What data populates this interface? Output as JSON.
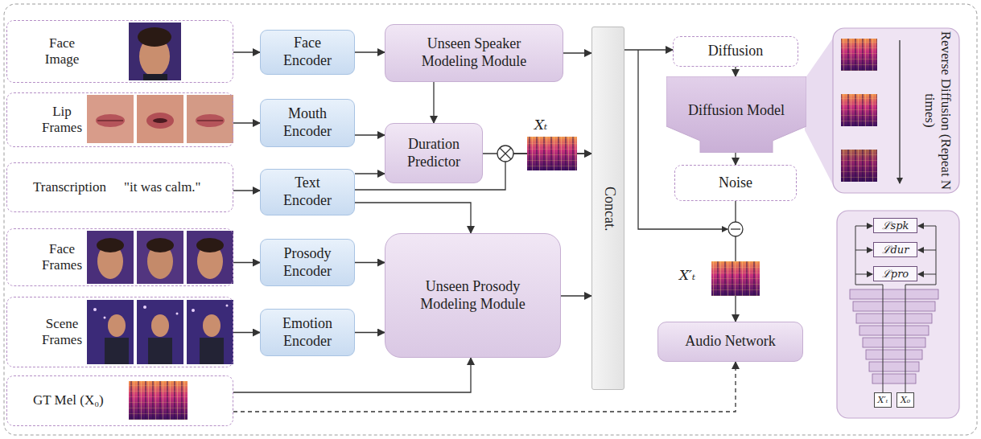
{
  "diagram": {
    "nodes": [
      {
        "text": [
          "Face Image"
        ]
      },
      {
        "text": [
          "Lip Frames"
        ]
      },
      {
        "text": [
          "Transcription",
          "\"it was calm.\""
        ]
      },
      {
        "text": [
          "Face Frames"
        ]
      },
      {
        "text": [
          "Scene Frames"
        ]
      },
      {
        "text": [
          "GT Mel (X₀)"
        ]
      },
      {
        "text": [
          "Face Encoder"
        ]
      },
      {
        "text": [
          "Mouth Encoder"
        ]
      },
      {
        "text": [
          "Text Encoder"
        ]
      },
      {
        "text": [
          "Prosody Encoder"
        ]
      },
      {
        "text": [
          "Emotion Encoder"
        ]
      },
      {
        "text": [
          "Unseen Speaker Modeling Module"
        ]
      },
      {
        "text": [
          "Duration Predictor"
        ]
      },
      {
        "text": [
          "Unseen Prosody Modeling Module"
        ]
      },
      {
        "text": [
          "Concat."
        ]
      },
      {
        "text": [
          "Diffusion"
        ]
      },
      {
        "text": [
          "Diffusion Model"
        ]
      },
      {
        "text": [
          "Noise"
        ]
      },
      {
        "text": [
          "Audio Network"
        ]
      },
      {
        "text": [
          "Reverse Diffusion (Repeat N times)"
        ]
      },
      {
        "text": [
          "ℒspk"
        ]
      },
      {
        "text": [
          "ℒdur"
        ]
      },
      {
        "text": [
          "ℒpro"
        ]
      },
      {
        "text": [
          "X′ₜ"
        ]
      },
      {
        "text": [
          "X₀"
        ]
      }
    ],
    "edges": [
      {
        "from": 0,
        "to": 6,
        "arrow": "to"
      },
      {
        "from": 1,
        "to": 7,
        "arrow": "to"
      },
      {
        "from": 2,
        "to": 8,
        "arrow": "to"
      },
      {
        "from": 3,
        "to": 9,
        "arrow": "to"
      },
      {
        "from": 4,
        "to": 10,
        "arrow": "to"
      },
      {
        "from": 6,
        "to": 11,
        "arrow": "to"
      },
      {
        "from": 11,
        "to": 12,
        "arrow": "to"
      },
      {
        "from": 7,
        "to": 12,
        "arrow": "to"
      },
      {
        "from": 8,
        "to": 12,
        "arrow": "to"
      },
      {
        "from": 8,
        "to": 14,
        "arrow": "to"
      },
      {
        "from": 12,
        "to": 14,
        "arrow": "to"
      },
      {
        "from": 8,
        "to": 13,
        "arrow": "to"
      },
      {
        "from": 9,
        "to": 13,
        "arrow": "to"
      },
      {
        "from": 10,
        "to": 13,
        "arrow": "to"
      },
      {
        "from": 5,
        "to": 13,
        "arrow": "to"
      },
      {
        "from": 11,
        "to": 14,
        "arrow": "to"
      },
      {
        "from": 13,
        "to": 14,
        "arrow": "to"
      },
      {
        "from": 14,
        "to": 15,
        "arrow": "to"
      },
      {
        "from": 15,
        "to": 16,
        "arrow": "to"
      },
      {
        "from": 16,
        "to": 17,
        "arrow": "to"
      },
      {
        "from": 17,
        "to": 18,
        "arrow": "to"
      },
      {
        "from": 5,
        "to": 18,
        "arrow": "to"
      }
    ],
    "labels": [
      "Xₜ",
      "X′ₜ"
    ]
  }
}
